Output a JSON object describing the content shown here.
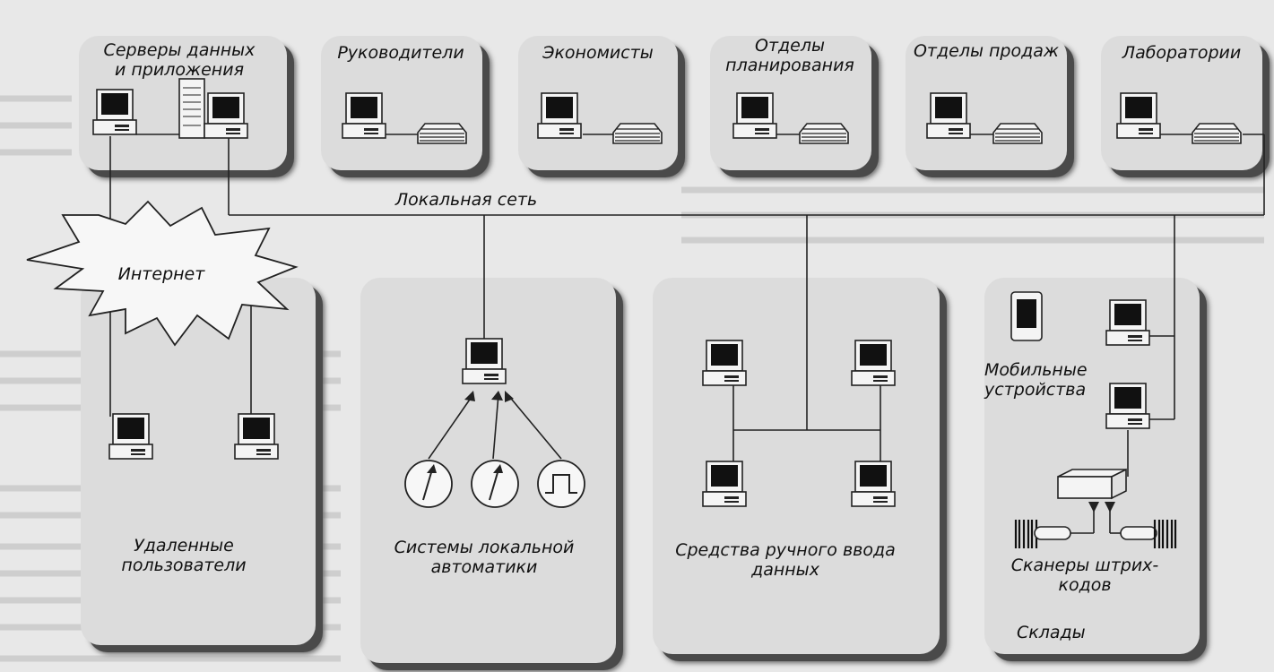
{
  "zones": {
    "servers": "Серверы данных\nи приложения",
    "managers": "Руководители",
    "economists": "Экономисты",
    "planning": "Отделы\nпланирования",
    "sales": "Отделы продаж",
    "labs": "Лаборатории",
    "remote_users": "Удаленные\nпользователи",
    "local_automation": "Системы локальной\nавтоматики",
    "manual_input": "Средства ручного ввода\nданных",
    "warehouses": "Склады"
  },
  "labels": {
    "lan": "Локальная сеть",
    "internet": "Интернет",
    "mobile": "Мобильные\nустройства",
    "barcode": "Сканеры штрих-\nкодов"
  },
  "colors": {
    "zone_fill": "#dcdcdc",
    "zone_shadow": "#4a4a4a",
    "line": "#222222",
    "page": "#e8e8e8"
  },
  "icons": [
    "computer-icon",
    "server-tower-icon",
    "printer-icon",
    "gauge-icon",
    "pulse-icon",
    "phone-icon",
    "hub-icon",
    "barcode-scanner-icon",
    "internet-burst-icon"
  ]
}
